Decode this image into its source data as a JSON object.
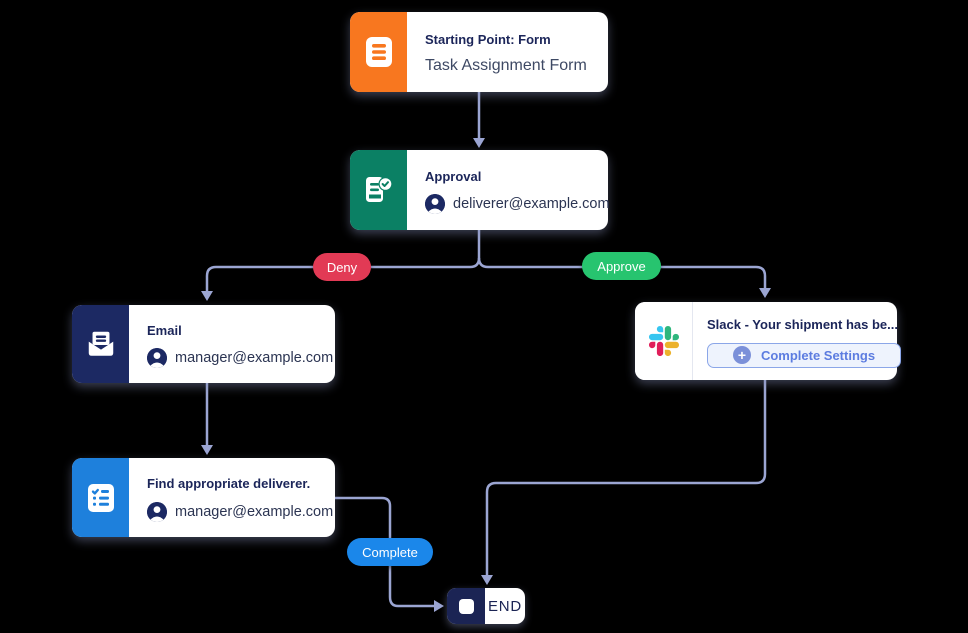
{
  "canvas": {
    "background": "#000000",
    "connector_color": "#9BA5D2"
  },
  "nodes": {
    "start": {
      "title": "Starting Point: Form",
      "subtitle": "Task Assignment Form",
      "icon": "form-icon",
      "accent": "#F8771F"
    },
    "approval": {
      "title": "Approval",
      "assignee": "deliverer@example.com",
      "icon": "approval-check-icon",
      "accent": "#0B8064"
    },
    "email": {
      "title": "Email",
      "assignee": "manager@example.com",
      "icon": "envelope-icon",
      "accent": "#1C2963"
    },
    "slack": {
      "title": "Slack - Your shipment has be...",
      "button_label": "Complete Settings",
      "icon": "slack-icon",
      "button_colors": {
        "background": "#EEF3FD",
        "border": "#8BA6E8",
        "text": "#5C7CE0"
      }
    },
    "find_deliverer": {
      "title": "Find appropriate deliverer.",
      "assignee": "manager@example.com",
      "icon": "checklist-icon",
      "accent": "#1E80DC"
    },
    "end": {
      "label": "END",
      "icon": "stop-square-icon",
      "accent": "#1B2454"
    }
  },
  "branch_labels": {
    "deny": {
      "label": "Deny",
      "color": "#E23A55"
    },
    "approve": {
      "label": "Approve",
      "color": "#27C46F"
    },
    "complete": {
      "label": "Complete",
      "color": "#1B87EA"
    }
  }
}
